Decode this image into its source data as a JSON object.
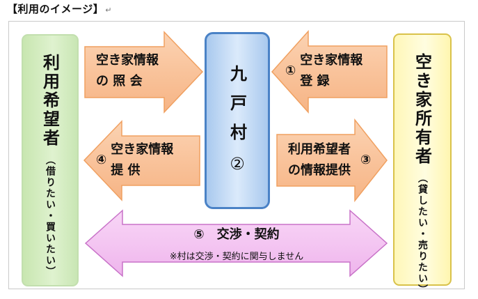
{
  "title": "【利用のイメージ】",
  "user_box": {
    "title": "利用希望者",
    "subtitle": "（借りたい・買いたい）"
  },
  "owner_box": {
    "title": "空き家所有者",
    "subtitle": "（貸したい・売りたい）"
  },
  "village_box": {
    "title": "九戸村",
    "number": "②"
  },
  "arrows": {
    "inquiry": {
      "line1": "空き家情報",
      "line2": [
        "の",
        "照",
        "会"
      ]
    },
    "registration": {
      "number": "①",
      "line1": "空き家情報",
      "line2": [
        "登",
        "録"
      ]
    },
    "provide_house": {
      "number": "④",
      "line1": "空き家情報",
      "line2": [
        "提",
        "供"
      ]
    },
    "provide_user": {
      "number": "③",
      "line1": "利用希望者",
      "line2": "の情報提供"
    },
    "negotiation": {
      "label": "⑤　交渉・契約",
      "note": "※村は交渉・契約に関与しません"
    }
  },
  "colors": {
    "orange_arrow_fill": "#f9c39b",
    "orange_arrow_stroke": "#f0a060",
    "pink_arrow_fill": "#f4c6f2",
    "pink_arrow_stroke": "#c872c8",
    "village_border": "#4a82c6",
    "owner_border": "#d9c24a"
  },
  "icons": {
    "paragraph_mark": "return-arrow-icon"
  }
}
